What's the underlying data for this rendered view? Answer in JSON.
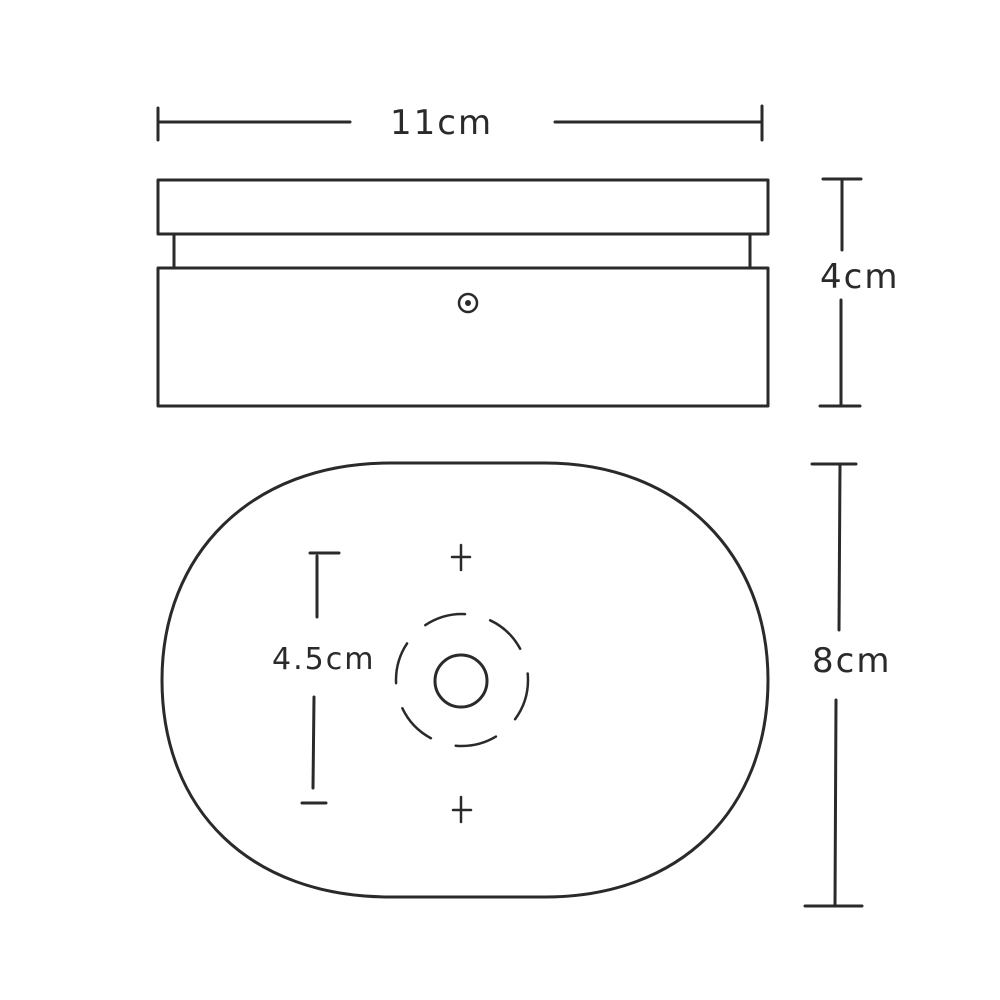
{
  "drawing": {
    "type": "hand-drawn technical sketch",
    "views": [
      "side-view",
      "top-view"
    ],
    "dimensions": {
      "width": "11cm",
      "height": "4cm",
      "depth": "8cm",
      "mount_spacing": "4.5cm"
    },
    "ink_color": "#2a2a2a",
    "background": "#ffffff"
  }
}
